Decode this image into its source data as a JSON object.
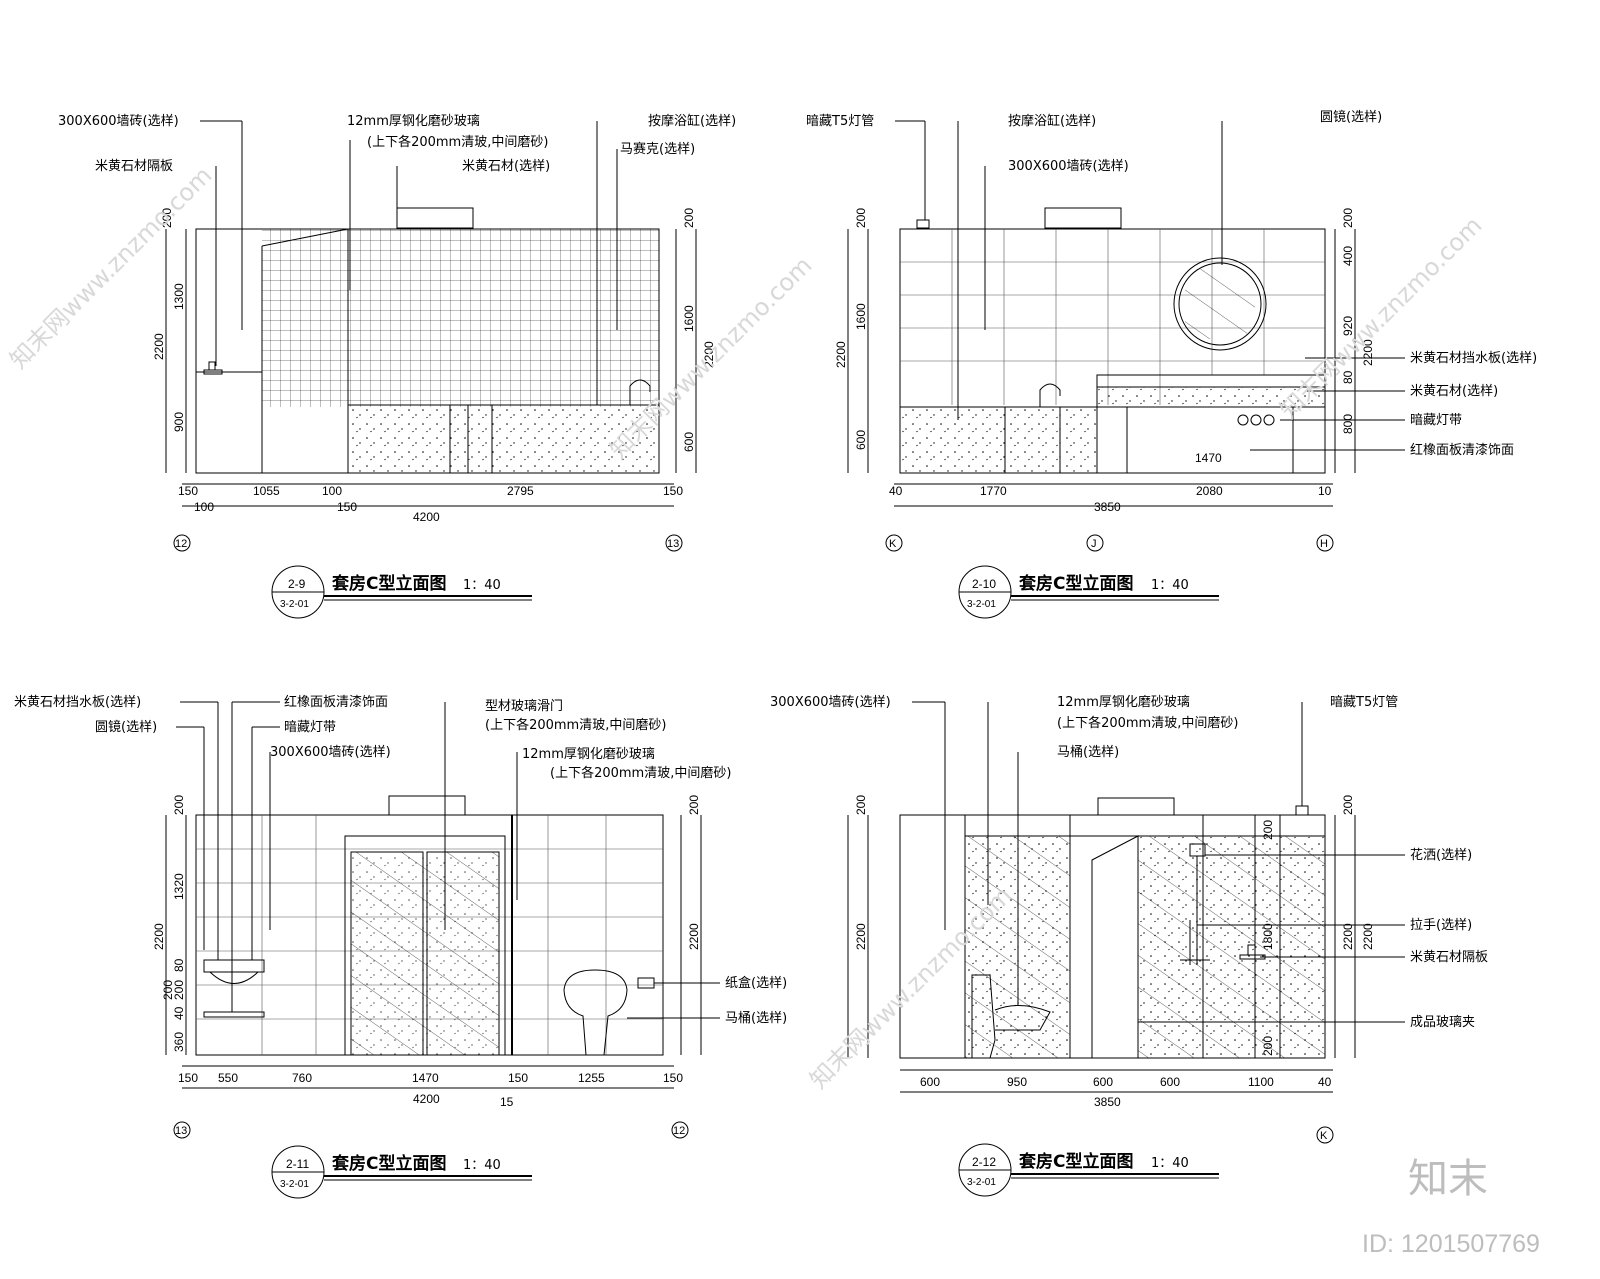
{
  "drawing": {
    "views": [
      {
        "number": "2-9",
        "sheet": "3-2-01",
        "title": "套房C型立面图",
        "scale": "1：40",
        "labels": [
          "300X600墙砖(选样)",
          "米黄石材隔板",
          "12mm厚钢化磨砂玻璃",
          "(上下各200mm清玻,中间磨砂)",
          "米黄石材(选样)",
          "按摩浴缸(选样)",
          "马赛克(选样)"
        ],
        "dims_bottom": [
          "150",
          "1055",
          "100",
          "2795",
          "150",
          "100",
          "150",
          "4200"
        ],
        "dims_left": [
          "200",
          "1300",
          "2200",
          "900"
        ],
        "dims_right": [
          "200",
          "1600",
          "2200",
          "600"
        ],
        "axes": [
          "12",
          "13"
        ]
      },
      {
        "number": "2-10",
        "sheet": "3-2-01",
        "title": "套房C型立面图",
        "scale": "1：40",
        "labels": [
          "暗藏T5灯管",
          "按摩浴缸(选样)",
          "300X600墙砖(选样)",
          "圆镜(选样)",
          "米黄石材挡水板(选样)",
          "米黄石材(选样)",
          "暗藏灯带",
          "红橡面板清漆饰面"
        ],
        "dims_bottom": [
          "40",
          "1770",
          "2080",
          "10",
          "3850",
          "1470"
        ],
        "dims_left": [
          "200",
          "1600",
          "2200",
          "600"
        ],
        "dims_right": [
          "200",
          "400",
          "920",
          "2200",
          "80",
          "800"
        ],
        "axes": [
          "K",
          "J",
          "H"
        ]
      },
      {
        "number": "2-11",
        "sheet": "3-2-01",
        "title": "套房C型立面图",
        "scale": "1：40",
        "labels": [
          "米黄石材挡水板(选样)",
          "圆镜(选样)",
          "红橡面板清漆饰面",
          "暗藏灯带",
          "300X600墙砖(选样)",
          "型材玻璃滑门",
          "(上下各200mm清玻,中间磨砂)",
          "12mm厚钢化磨砂玻璃",
          "(上下各200mm清玻,中间磨砂)",
          "纸盒(选样)",
          "马桶(选样)"
        ],
        "dims_bottom": [
          "150",
          "550",
          "760",
          "1470",
          "150",
          "1255",
          "150",
          "4200",
          "15"
        ],
        "dims_left": [
          "200",
          "1320",
          "2200",
          "80",
          "200",
          "200",
          "40",
          "360"
        ],
        "dims_right": [
          "200",
          "2200"
        ],
        "axes": [
          "13",
          "12"
        ]
      },
      {
        "number": "2-12",
        "sheet": "3-2-01",
        "title": "套房C型立面图",
        "scale": "1：40",
        "labels": [
          "300X600墙砖(选样)",
          "12mm厚钢化磨砂玻璃",
          "(上下各200mm清玻,中间磨砂)",
          "马桶(选样)",
          "暗藏T5灯管",
          "花洒(选样)",
          "拉手(选样)",
          "米黄石材隔板",
          "成品玻璃夹"
        ],
        "dims_bottom": [
          "600",
          "950",
          "600",
          "600",
          "1100",
          "40",
          "3850"
        ],
        "dims_left": [
          "200",
          "2200"
        ],
        "dims_right": [
          "200",
          "2200",
          "2200",
          "1800",
          "200",
          "200"
        ],
        "axes": [
          "K"
        ]
      }
    ]
  },
  "watermark": {
    "logo": "知末",
    "id_text": "ID: 1201507769",
    "site_text": "知末网www.znzmo.com"
  },
  "colors": {
    "line": "#000000",
    "watermark": "#d8d8d8",
    "logo": "#bdbdbd"
  }
}
